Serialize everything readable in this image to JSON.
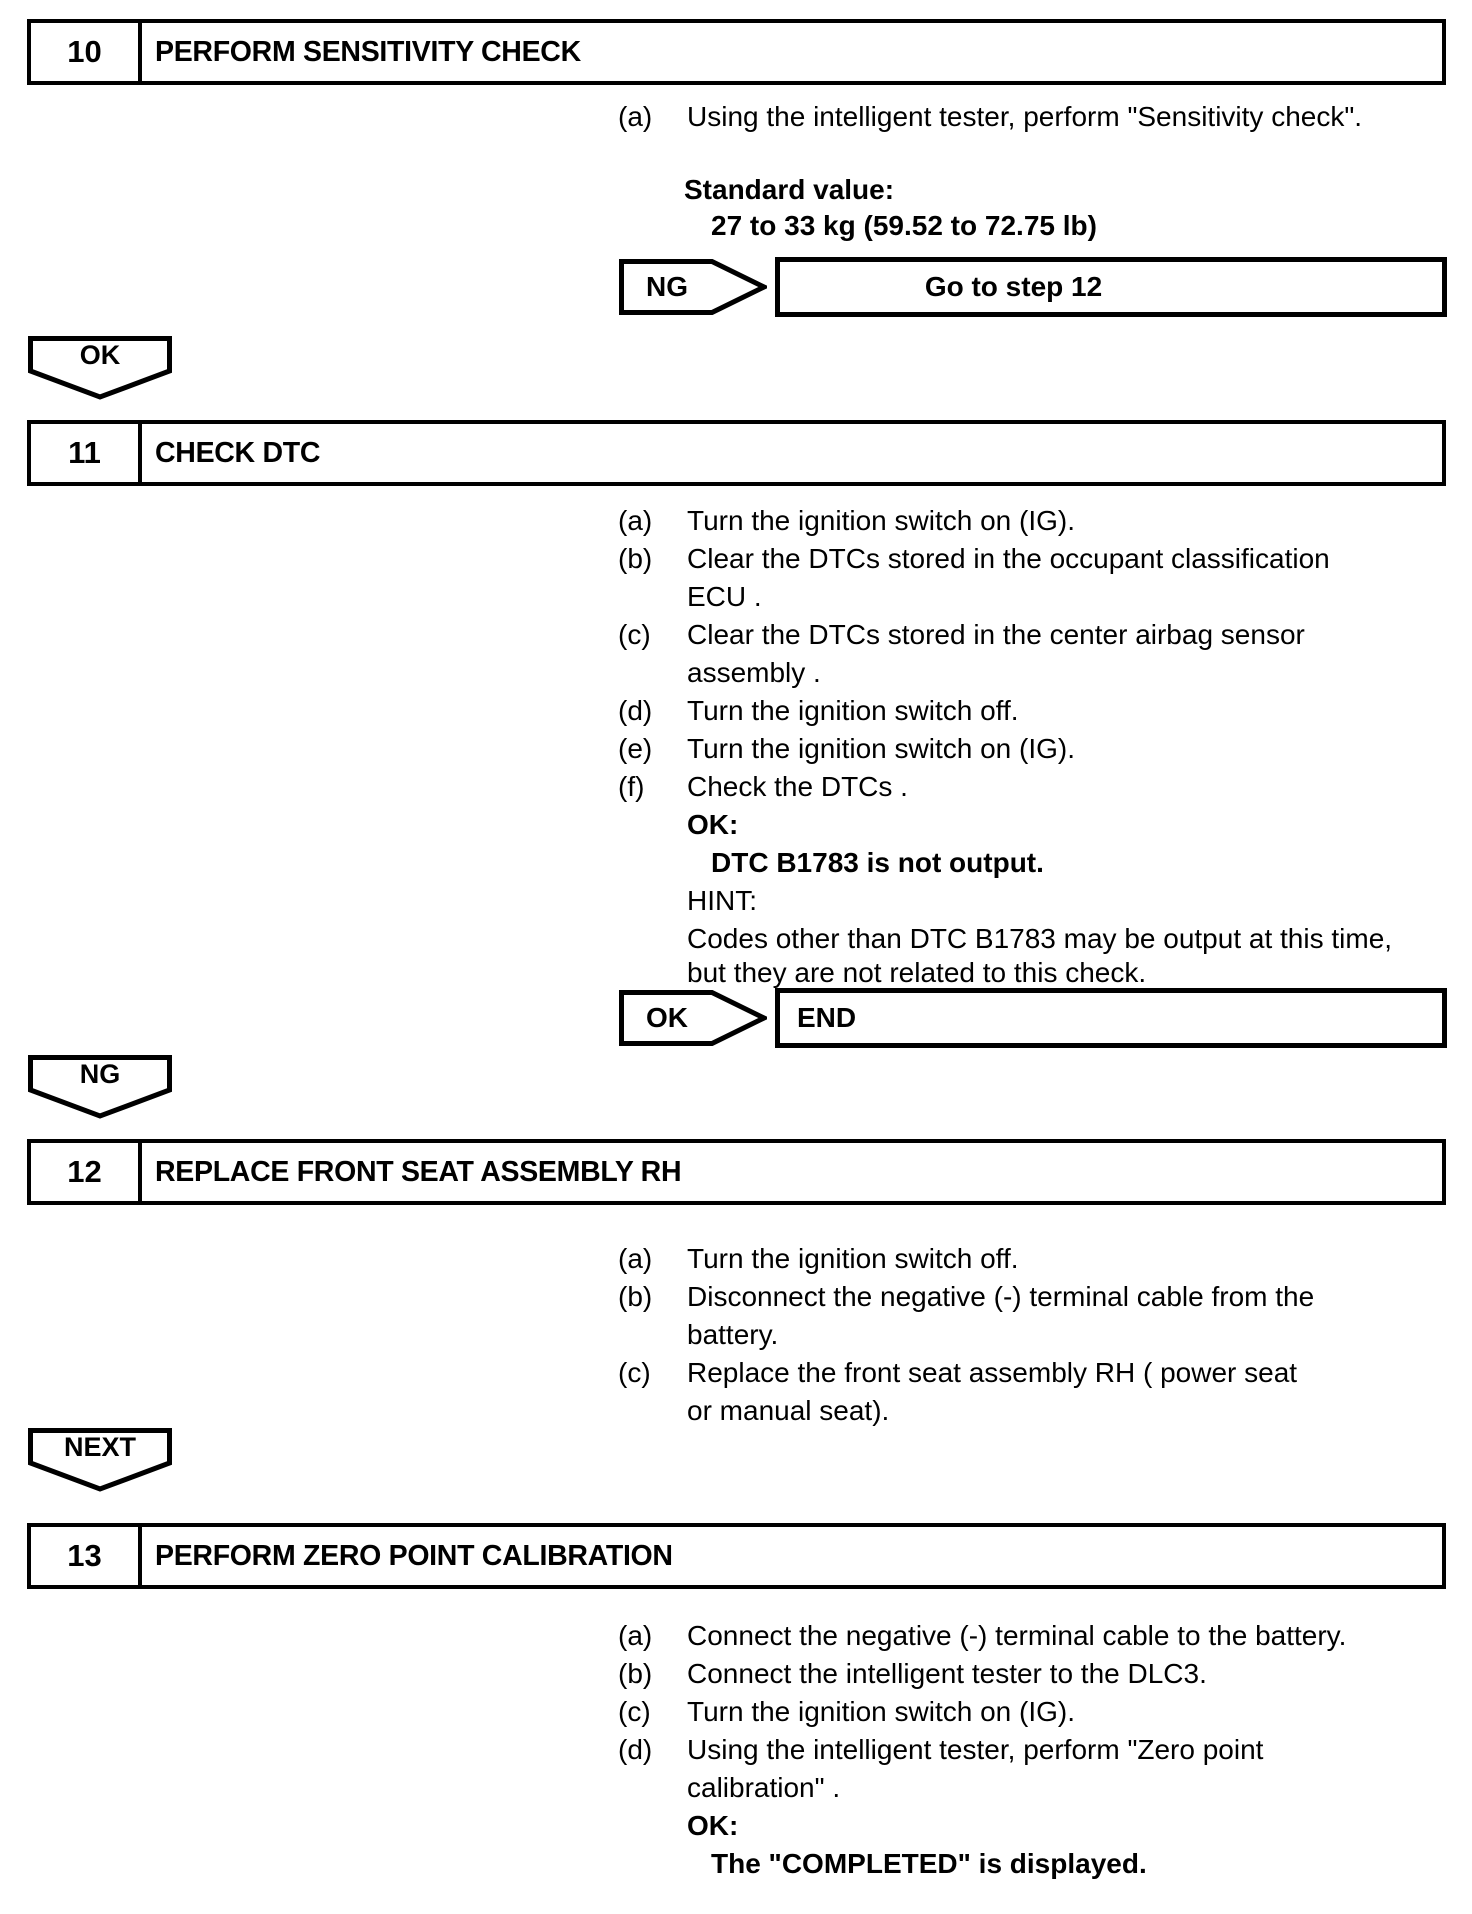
{
  "page": {
    "background": "#ffffff",
    "text_color": "#000000"
  },
  "step10": {
    "number": "10",
    "title": "PERFORM SENSITIVITY CHECK",
    "items": [
      {
        "label": "(a)",
        "lines": [
          "Using the intelligent tester, perform \"Sensitivity check\"."
        ]
      }
    ],
    "standard_value_heading": "Standard value:",
    "standard_value": "27 to 33 kg (59.52 to 72.75 lb)",
    "ng": {
      "label": "NG",
      "action": "Go to step 12"
    },
    "ok_connector": "OK"
  },
  "step11": {
    "number": "11",
    "title": "CHECK DTC",
    "items": [
      {
        "label": "(a)",
        "lines": [
          "Turn the ignition switch on (IG)."
        ]
      },
      {
        "label": "(b)",
        "lines": [
          "Clear the DTCs stored in the occupant classification",
          "ECU ."
        ]
      },
      {
        "label": "(c)",
        "lines": [
          "Clear the DTCs stored in the center airbag sensor",
          "assembly ."
        ]
      },
      {
        "label": "(d)",
        "lines": [
          "Turn the ignition switch off."
        ]
      },
      {
        "label": "(e)",
        "lines": [
          "Turn the ignition switch on (IG)."
        ]
      },
      {
        "label": "(f)",
        "lines": [
          "Check the DTCs ."
        ]
      }
    ],
    "ok_heading": "OK:",
    "ok_result": "DTC B1783 is not output.",
    "hint_heading": "HINT:",
    "hint_lines": [
      "Codes other than DTC B1783 may be output at this time,",
      "but they are not related to this check."
    ],
    "ok": {
      "label": "OK",
      "action": "END"
    },
    "ng_connector": "NG"
  },
  "step12": {
    "number": "12",
    "title": "REPLACE FRONT SEAT ASSEMBLY RH",
    "items": [
      {
        "label": "(a)",
        "lines": [
          "Turn the ignition switch off."
        ]
      },
      {
        "label": "(b)",
        "lines": [
          "Disconnect the negative (-) terminal cable from the",
          "battery."
        ]
      },
      {
        "label": "(c)",
        "lines": [
          "Replace the front seat assembly RH ( power seat",
          "or manual seat)."
        ]
      }
    ],
    "next_connector": "NEXT"
  },
  "step13": {
    "number": "13",
    "title": "PERFORM ZERO POINT CALIBRATION",
    "items": [
      {
        "label": "(a)",
        "lines": [
          "Connect the negative (-) terminal cable to the battery."
        ]
      },
      {
        "label": "(b)",
        "lines": [
          "Connect the intelligent tester to the DLC3."
        ]
      },
      {
        "label": "(c)",
        "lines": [
          "Turn the ignition switch on (IG)."
        ]
      },
      {
        "label": "(d)",
        "lines": [
          "Using the intelligent tester, perform \"Zero point",
          "calibration\" ."
        ]
      }
    ],
    "ok_heading": "OK:",
    "ok_result": "The \"COMPLETED\" is displayed."
  }
}
